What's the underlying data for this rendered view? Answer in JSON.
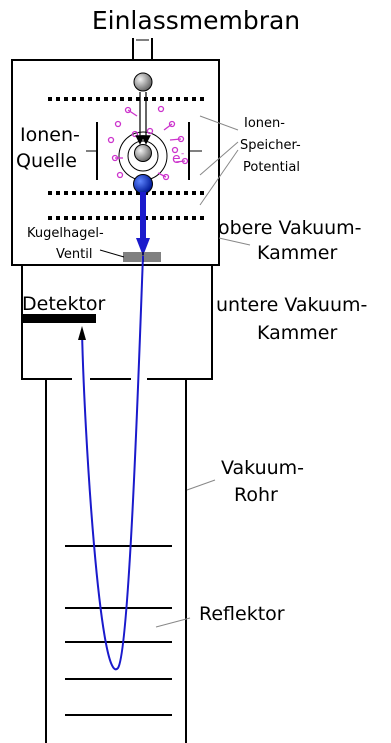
{
  "labels": {
    "inlet_membrane": "Einlassmembran",
    "ion_source_line1": "Ionen-",
    "ion_source_line2": "Quelle",
    "ion_storage_line1": "Ionen-",
    "ion_storage_line2": "Speicher-",
    "ion_storage_line3": "Potential",
    "ball_valve_line1": "Kugelhagel-",
    "ball_valve_line2": "Ventil",
    "upper_chamber_line1": "obere Vakuum-",
    "upper_chamber_line2": "Kammer",
    "detector": "Detektor",
    "lower_chamber_line1": "untere Vakuum-",
    "lower_chamber_line2": "Kammer",
    "vacuum_tube_line1": "Vakuum-",
    "vacuum_tube_line2": "Rohr",
    "reflector": "Reflektor",
    "electron_symbol": "e"
  },
  "colors": {
    "line": "#000000",
    "ion_path": "#1a1acc",
    "ion_ball": "#0033cc",
    "electron": "#cc33cc",
    "atom_ball": "#9a9a9a"
  }
}
